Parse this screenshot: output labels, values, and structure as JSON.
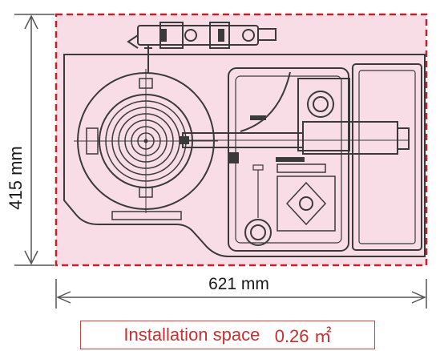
{
  "dimensions": {
    "height": "415 mm",
    "width": "621 mm"
  },
  "installation": {
    "label": "Installation space",
    "value": "0.26 ㎡"
  },
  "colors": {
    "footprint_fill": "#f8dde6",
    "footprint_border": "#c8202a",
    "space_text": "#c83030",
    "machine_line": "#3a3a3a"
  }
}
